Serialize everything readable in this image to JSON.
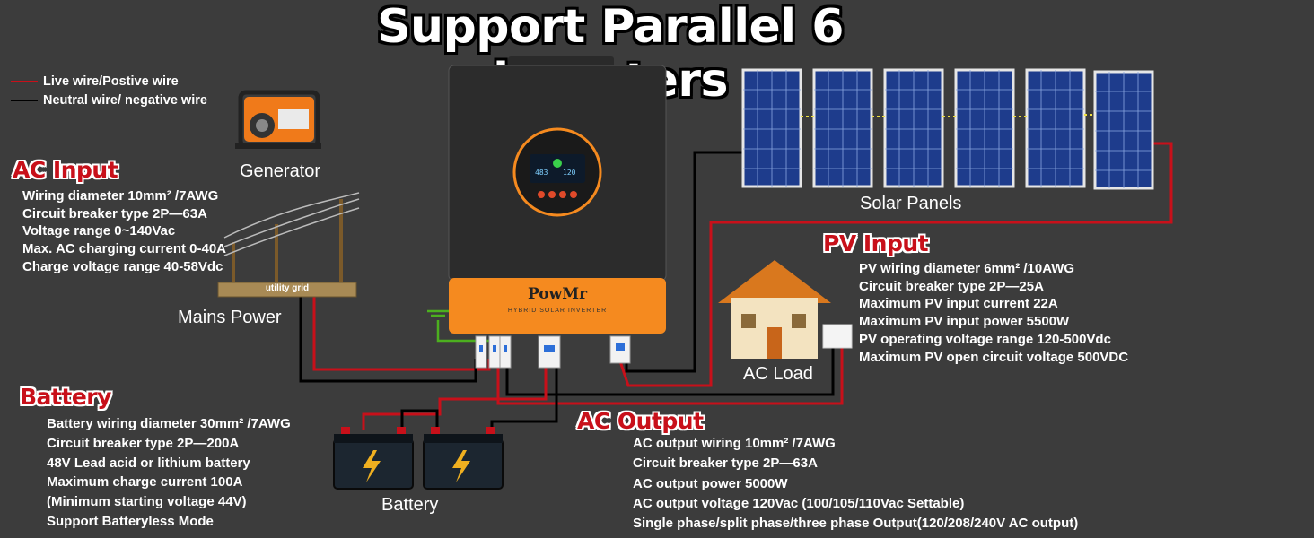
{
  "title": "Support Parallel 6 inverters",
  "legend": {
    "live": "Live wire/Postive wire",
    "neutral": "Neutral wire/ negative wire"
  },
  "captions": {
    "generator": "Generator",
    "mains": "Mains Power",
    "solar": "Solar Panels",
    "ac_load": "AC Load",
    "battery": "Battery",
    "utility_grid": "utility grid"
  },
  "inverter": {
    "brand": "PowMr",
    "subtitle": "HYBRID SOLAR INVERTER",
    "display_left": "483",
    "display_right": "120"
  },
  "ac_input": {
    "heading": "AC Input",
    "lines": [
      "Wiring diameter 10mm² /7AWG",
      "Circuit breaker type 2P—63A",
      "Voltage range 0~140Vac",
      "Max. AC charging current 0-40A",
      "Charge voltage range 40-58Vdc"
    ]
  },
  "pv_input": {
    "heading": "PV Input",
    "lines": [
      "PV wiring diameter  6mm² /10AWG",
      "Circuit breaker type 2P—25A",
      "Maximum PV input current  22A",
      "Maximum PV input power  5500W",
      "PV operating voltage range 120-500Vdc",
      "Maximum PV open circuit voltage 500VDC"
    ]
  },
  "battery": {
    "heading": "Battery",
    "lines": [
      "Battery wiring diameter  30mm² /7AWG",
      "Circuit breaker type  2P—200A",
      "48V Lead acid or lithium battery",
      "Maximum charge current  100A",
      "(Minimum starting voltage 44V)",
      "Support Batteryless Mode"
    ]
  },
  "ac_output": {
    "heading": "AC Output",
    "lines": [
      "AC output wiring  10mm² /7AWG",
      "Circuit breaker type  2P—63A",
      "AC output power 5000W",
      "AC output voltage 120Vac (100/105/110Vac Settable)",
      "Single phase/split phase/three phase Output(120/208/240V AC output)"
    ]
  },
  "colors": {
    "background": "#3c3c3c",
    "live_wire": "#c8101a",
    "neutral_wire": "#000000",
    "heading_red": "#c8101a",
    "inverter_orange": "#f58a1f"
  }
}
